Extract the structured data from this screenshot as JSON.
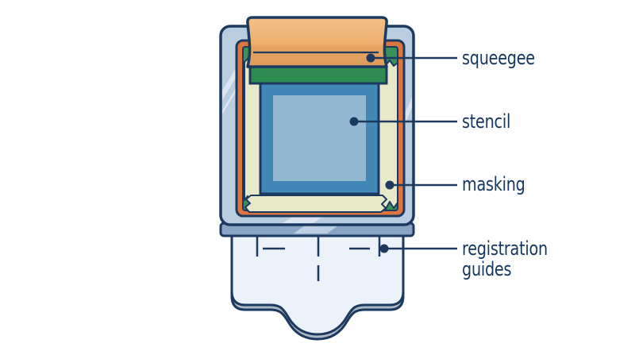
{
  "diagram": {
    "labels": [
      {
        "id": "squeegee",
        "text": "squeegee"
      },
      {
        "id": "stencil",
        "text": "stencil"
      },
      {
        "id": "masking",
        "text": "masking"
      },
      {
        "id": "registration-guides",
        "text": "registration guides"
      }
    ],
    "colors": {
      "outline": "#1c3a60",
      "frame": "#b9cde1",
      "frame_edge": "#8aa5c3",
      "frame_highlight": "#dbe6f2",
      "platen": "#ecf2f9",
      "platen_rim": "#aeb8c4",
      "orange_border": "#dc7540",
      "mesh_green": "#37915a",
      "ink_green": "#2e8c50",
      "masking_tape": "#e7e9c9",
      "stencil_border": "#4288b6",
      "stencil_center": "#94b8d1",
      "squeegee_light": "#f4c187",
      "squeegee_dark": "#df9d5b",
      "label_text": "#15355e"
    }
  }
}
